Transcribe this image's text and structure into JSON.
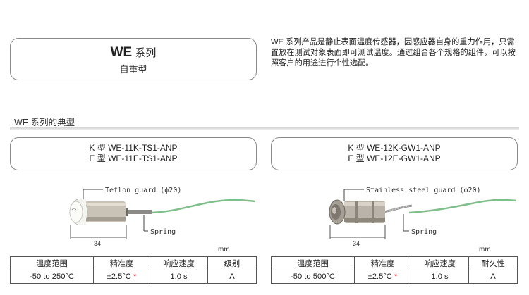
{
  "header": {
    "series_code": "WE",
    "series_word": "系列",
    "subtitle": "自重型"
  },
  "intro_text": "WE 系列产品是静止表面温度传感器，因感应器自身的重力作用，只需置放在测试对象表面即可测试温度。通过组合各个规格的组件，可以按照客户的用途进行个性选配。",
  "section": {
    "title": "WE 系列的典型"
  },
  "products": [
    {
      "model_lines": [
        "K 型 WE-11K-TS1-ANP",
        "E 型 WE-11E-TS1-ANP"
      ],
      "guard_callout": "Teflon guard (ϕ20)",
      "spring_callout": "Spring",
      "dimension": "34",
      "unit": "mm",
      "table": {
        "headers": [
          "温度范围",
          "精准度",
          "响应速度",
          "级别"
        ],
        "row": [
          "-50 to 250°C",
          "±2.5°C",
          "1.0 s",
          "A"
        ],
        "accuracy_marker": "*"
      }
    },
    {
      "model_lines": [
        "K 型 WE-12K-GW1-ANP",
        "E 型 WE-12E-GW1-ANP"
      ],
      "guard_callout": "Stainless steel guard (ϕ20)",
      "spring_callout": "Spring",
      "dimension": "34",
      "unit": "mm",
      "table": {
        "headers": [
          "温度范围",
          "精准度",
          "响应速度",
          "耐久性"
        ],
        "row": [
          "-50 to 500°C",
          "±2.5°C",
          "1.0 s",
          "A"
        ],
        "accuracy_marker": "*"
      }
    }
  ],
  "colors": {
    "cable_green": "#7fbf8a",
    "teflon_white": "#f4f4f0",
    "steel": "#b9b3aa",
    "asterisk": "#e0303a"
  }
}
